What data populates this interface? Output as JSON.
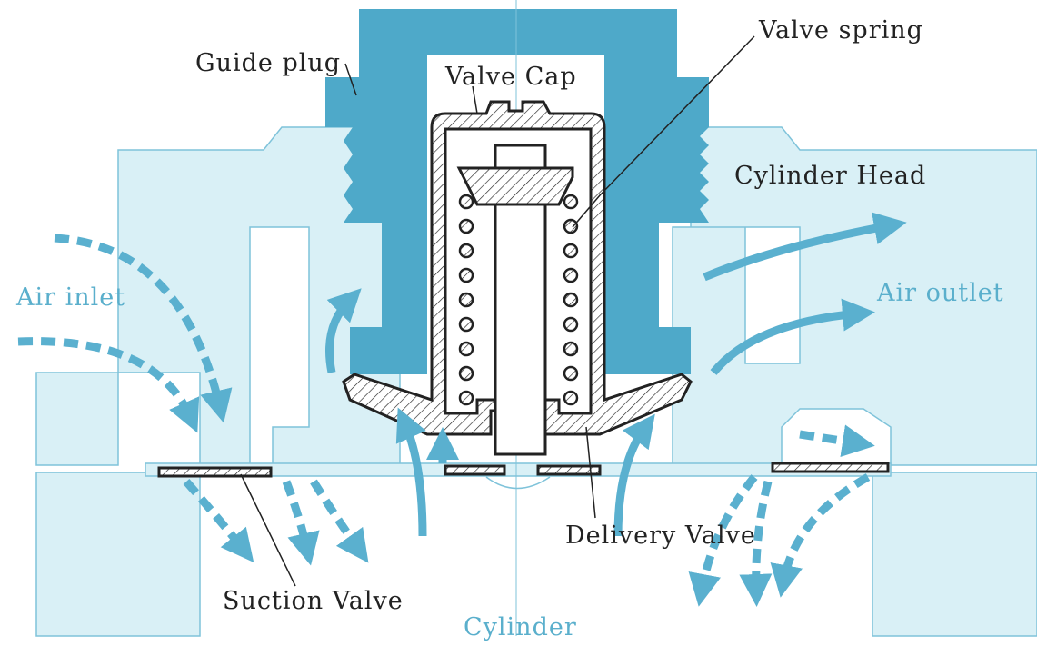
{
  "diagram": {
    "colors": {
      "body_light": "#d9f0f6",
      "guide_plug": "#4ea9c9",
      "air_flow": "#5ab0cf",
      "outline": "#222222"
    },
    "labels": {
      "guide_plug": "Guide plug",
      "valve_cap": "Valve Cap",
      "valve_spring": "Valve spring",
      "cylinder_head": "Cylinder Head",
      "air_inlet": "Air inlet",
      "air_outlet": "Air outlet",
      "delivery_valve": "Delivery Valve",
      "suction_valve": "Suction Valve",
      "cylinder": "Cylinder"
    }
  }
}
